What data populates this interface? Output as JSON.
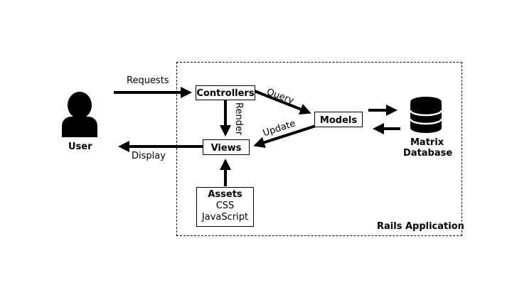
{
  "diagram": {
    "container_label": "Rails Application",
    "user_label": "User",
    "database_label_line1": "Matrix",
    "database_label_line2": "Database",
    "nodes": {
      "controllers": "Controllers",
      "models": "Models",
      "views": "Views",
      "assets_title": "Assets",
      "assets_line1": "CSS",
      "assets_line2": "JavaScript"
    },
    "edges": {
      "requests": "Requests",
      "query": "Query",
      "render": "Render",
      "update": "Update",
      "display": "Display"
    }
  },
  "colors": {
    "stroke": "#000000",
    "background": "#ffffff"
  },
  "icons": [
    "user-icon",
    "database-icon"
  ]
}
